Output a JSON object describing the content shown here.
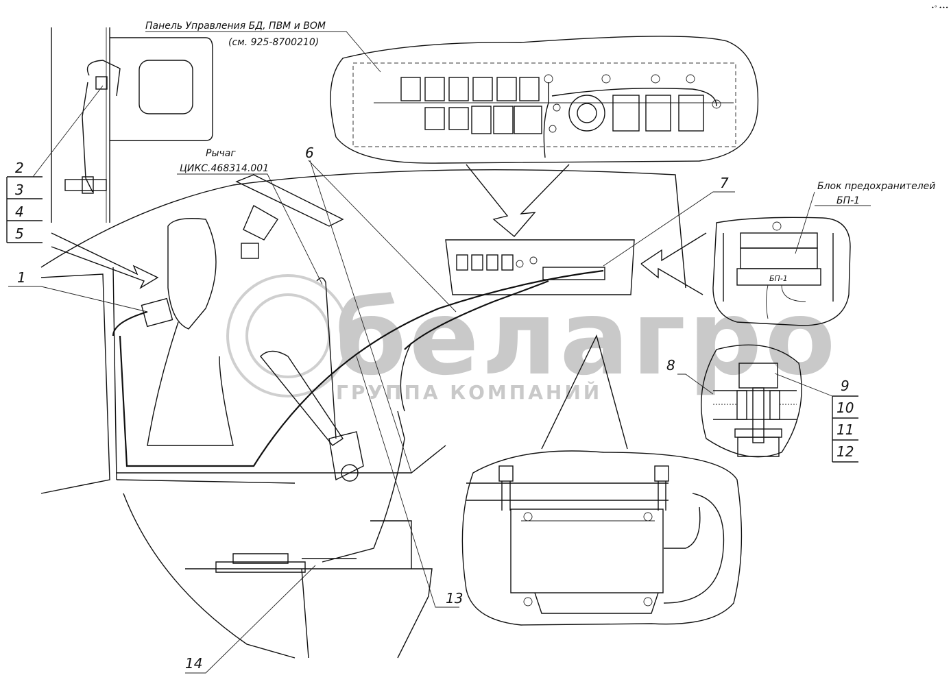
{
  "labels": {
    "panel_title": "Панель Управления БД, ПВМ и ВОМ",
    "panel_ref": "(см. 925-8700210)",
    "lever_title": "Рычаг",
    "lever_ref": "ЦИКС.468314.001",
    "fuse_title": "Блок предохранителей",
    "fuse_ref": "БП-1",
    "fuse_box_label": "БП-1",
    "corner_mark": "•° •••"
  },
  "watermark": {
    "brand": "белагро",
    "subtitle": "ГРУППА КОМПАНИЙ"
  },
  "callouts": [
    "1",
    "2",
    "3",
    "4",
    "5",
    "6",
    "7",
    "8",
    "9",
    "10",
    "11",
    "12",
    "13",
    "14"
  ]
}
